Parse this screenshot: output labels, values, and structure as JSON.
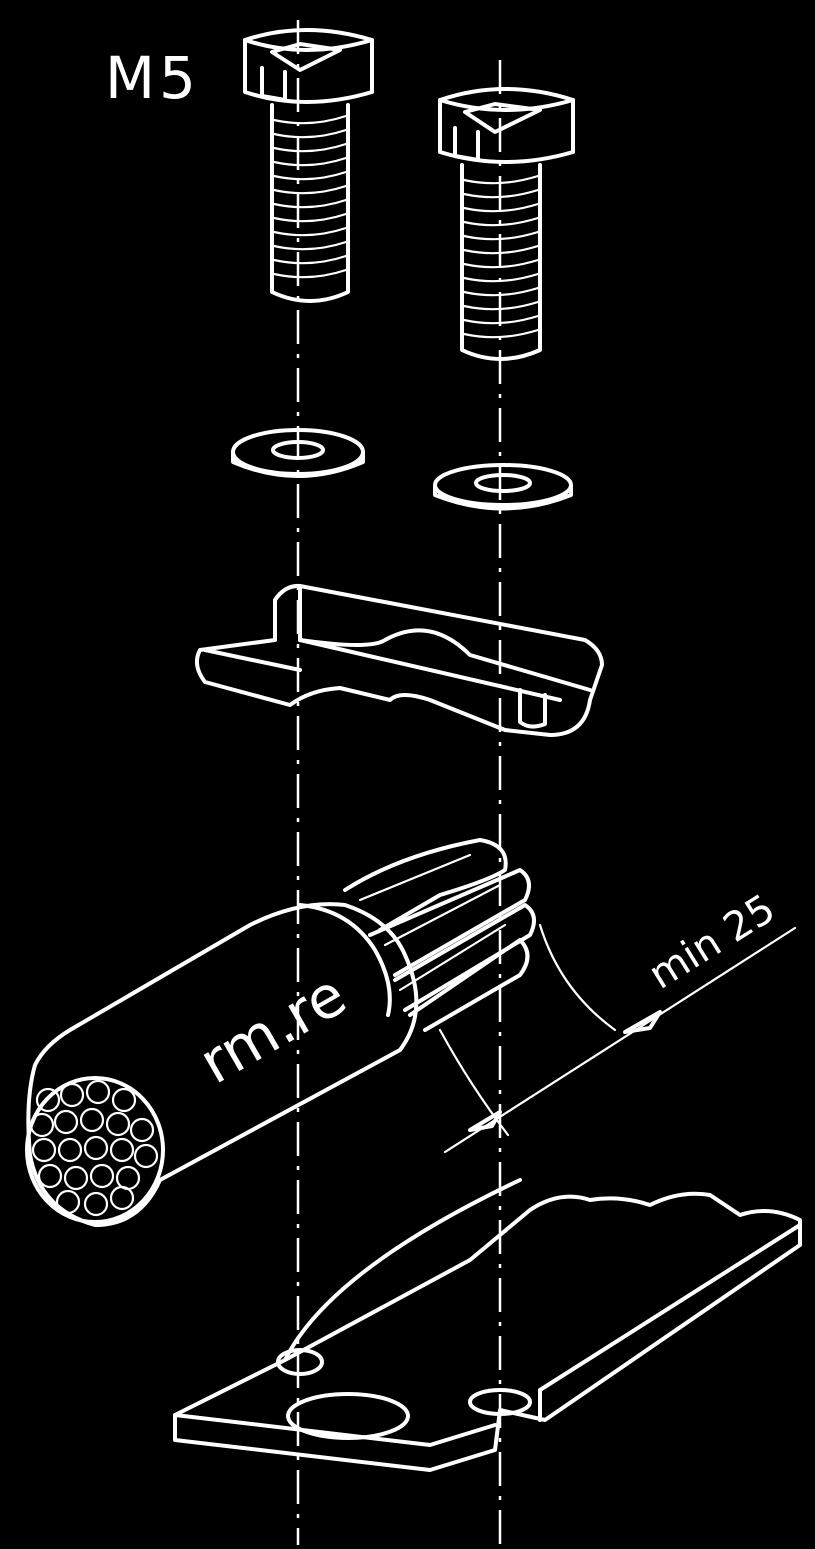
{
  "labels": {
    "screw_size": "M5",
    "cable_marking": "rm.re",
    "strip_length": "min 25"
  },
  "colors": {
    "background": "#000000",
    "line": "#ffffff"
  }
}
